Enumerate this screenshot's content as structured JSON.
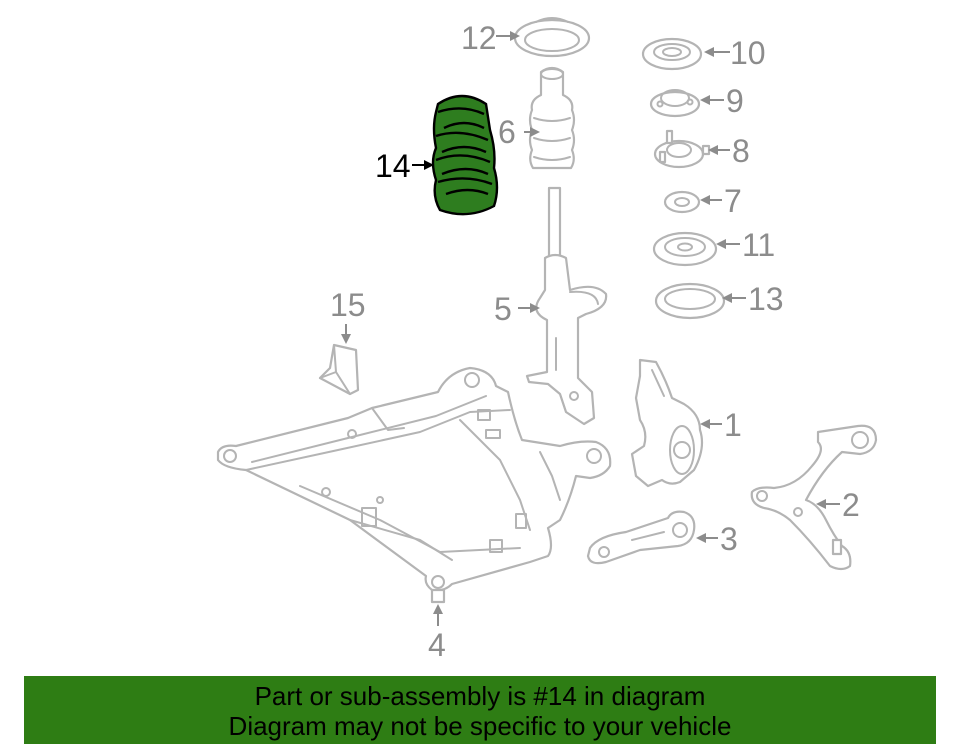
{
  "diagram": {
    "callouts": [
      {
        "id": "c1",
        "label": "1"
      },
      {
        "id": "c2",
        "label": "2"
      },
      {
        "id": "c3",
        "label": "3"
      },
      {
        "id": "c4",
        "label": "4"
      },
      {
        "id": "c5",
        "label": "5"
      },
      {
        "id": "c6",
        "label": "6"
      },
      {
        "id": "c7",
        "label": "7"
      },
      {
        "id": "c8",
        "label": "8"
      },
      {
        "id": "c9",
        "label": "9"
      },
      {
        "id": "c10",
        "label": "10"
      },
      {
        "id": "c11",
        "label": "11"
      },
      {
        "id": "c12",
        "label": "12"
      },
      {
        "id": "c13",
        "label": "13"
      },
      {
        "id": "c14",
        "label": "14"
      },
      {
        "id": "c15",
        "label": "15"
      }
    ],
    "highlighted_part": "14",
    "colors": {
      "highlight": "#2e7d1f",
      "part_outline": "#b4b4b4",
      "callout_text": "#8c8c8c",
      "banner": "#2e7d14"
    }
  },
  "banner": {
    "line1": "Part or sub-assembly is #14 in diagram",
    "line2": "Diagram may not be specific to your vehicle"
  }
}
